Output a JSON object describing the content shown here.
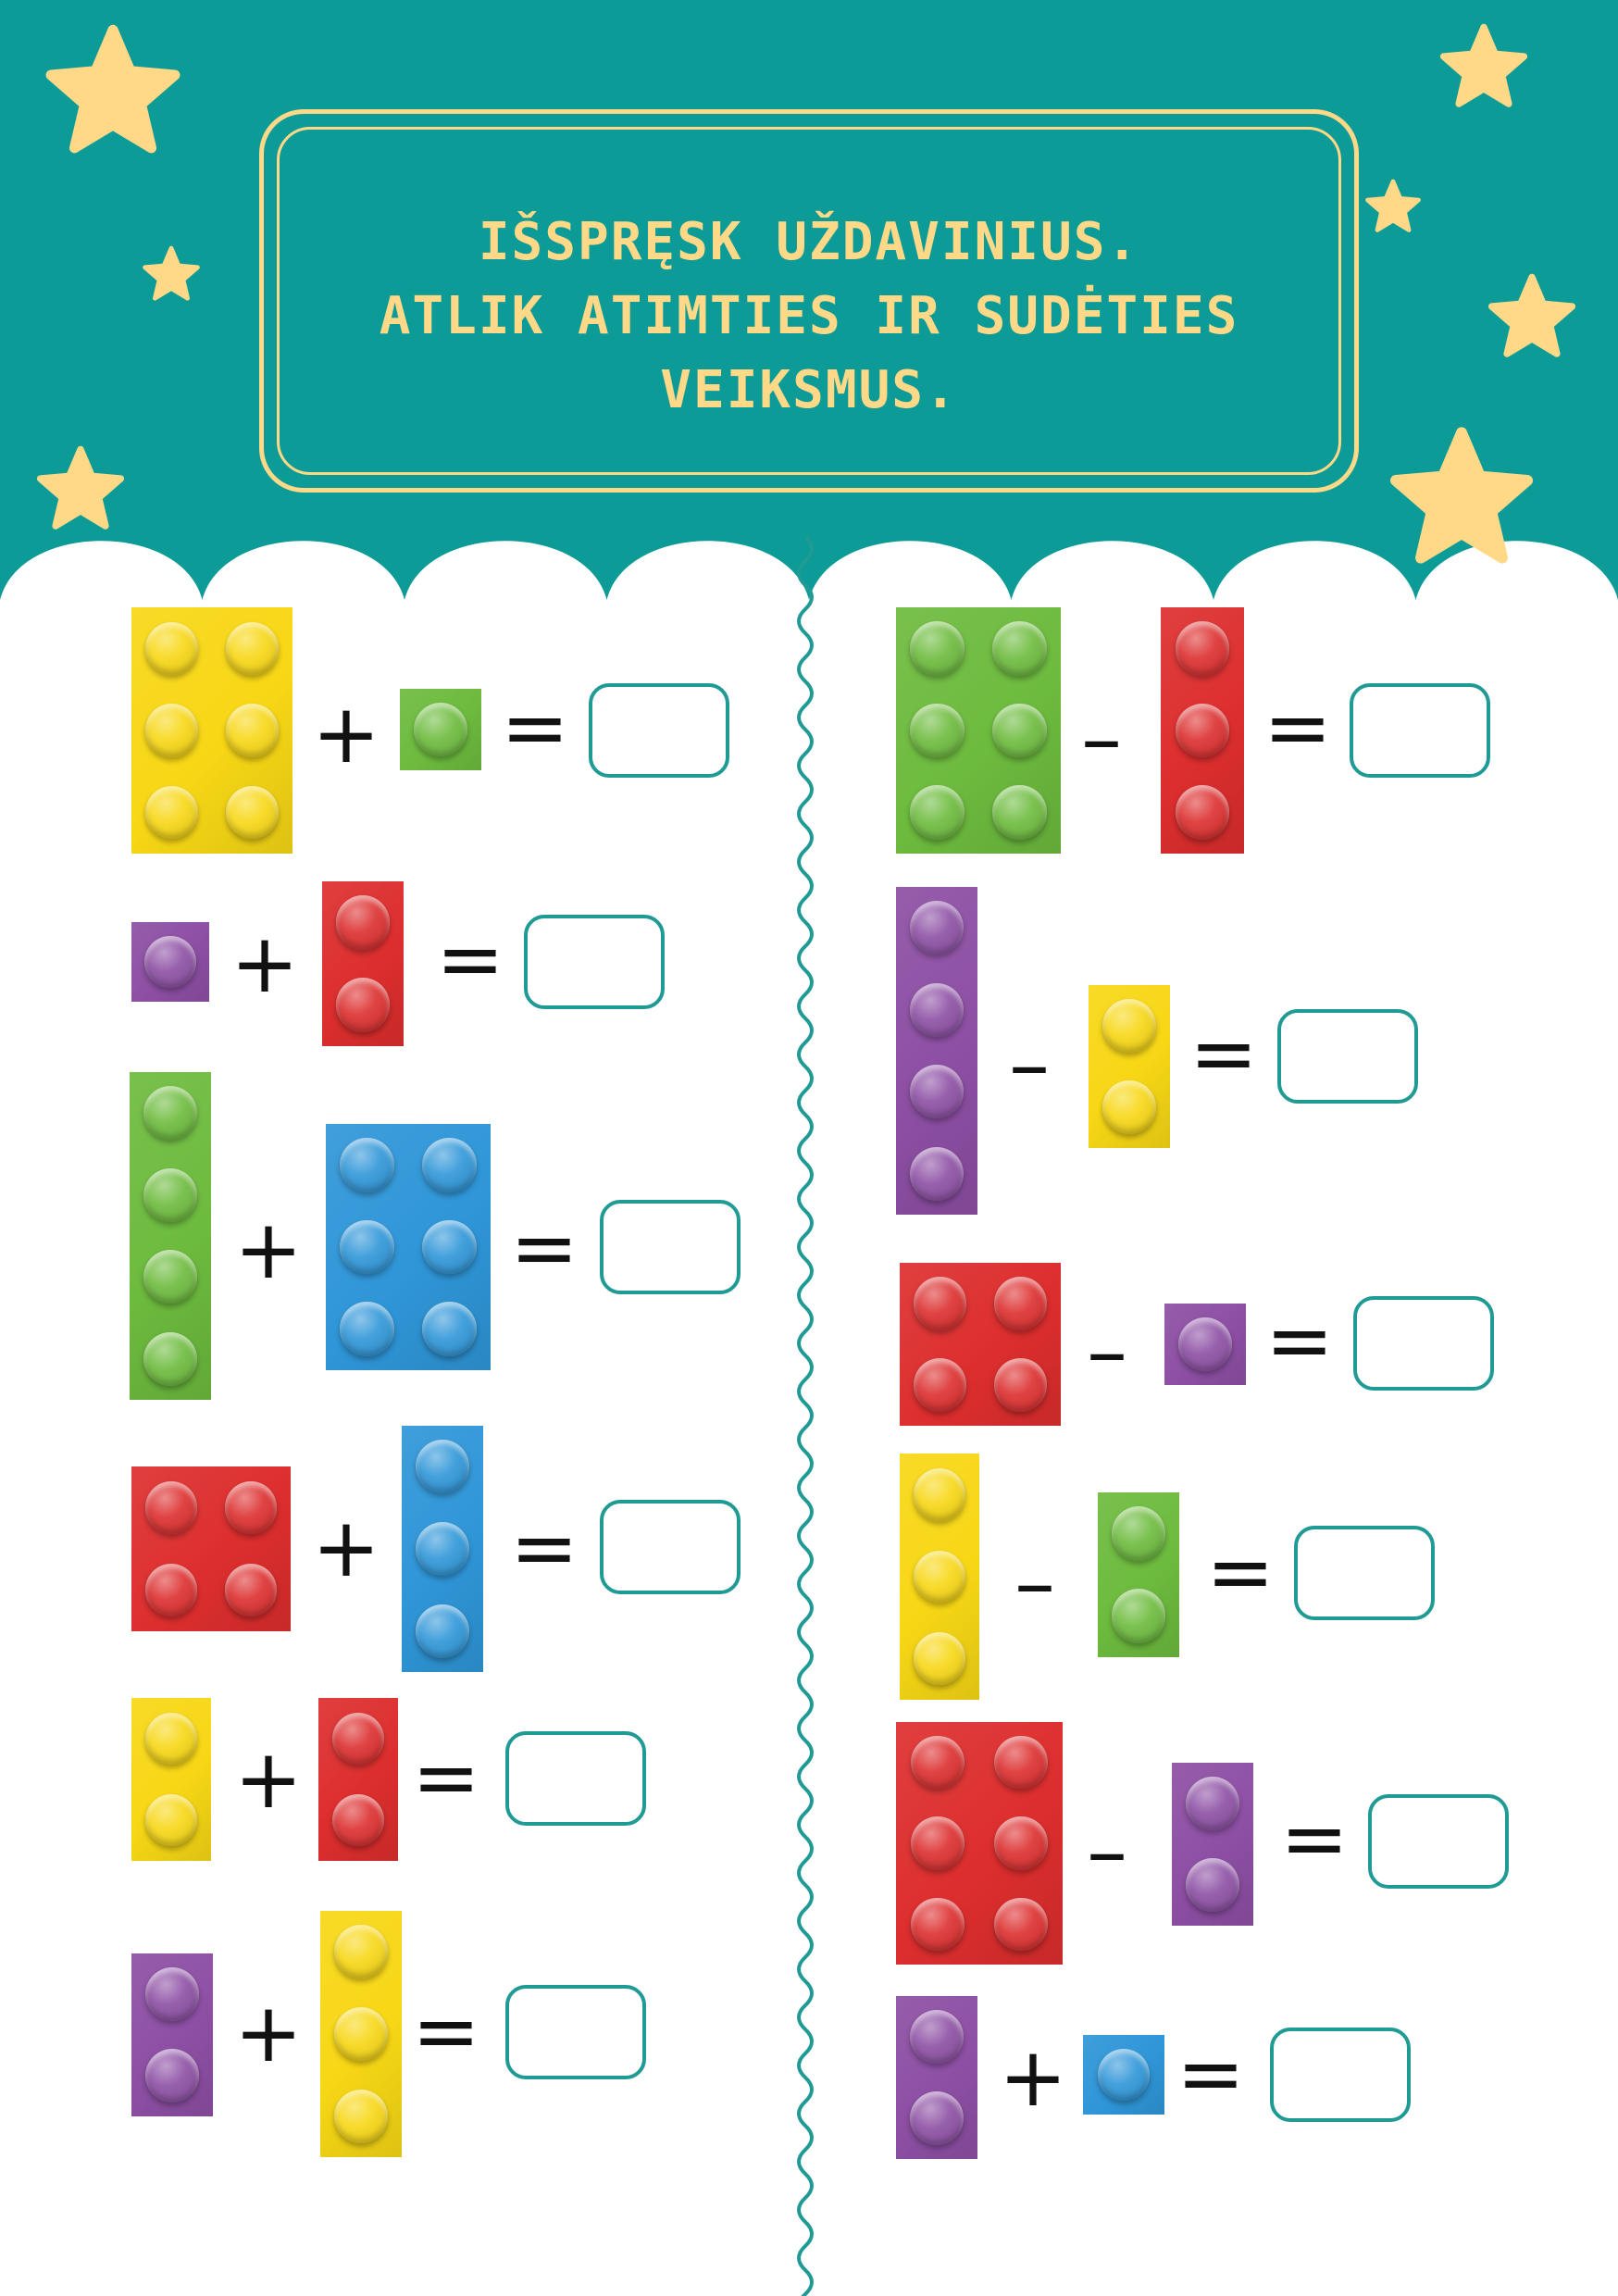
{
  "title": {
    "line1": "IŠSPRĘSK UŽDAVINIUS.",
    "line2": "ATLIK ATIMTIES IR SUDĖTIES",
    "line3": "VEIKSMUS."
  },
  "colors": {
    "header": "#0d9b97",
    "accent": "#ffd987",
    "yellow": "#f7d715",
    "green": "#6dbb3e",
    "red": "#dd2e2e",
    "purple": "#8d4fa4",
    "blue": "#2f96d8",
    "answer_border": "#1f9a95"
  },
  "decorations": [
    "star-icon",
    "wavy-divider",
    "scalloped-header"
  ],
  "equations": [
    {
      "column": "left",
      "a": {
        "color": "yellow",
        "cols": 2,
        "rows": 3
      },
      "op": "+",
      "b": {
        "color": "green",
        "cols": 1,
        "rows": 1
      },
      "eq": "=",
      "answer": ""
    },
    {
      "column": "left",
      "a": {
        "color": "purple",
        "cols": 1,
        "rows": 1
      },
      "op": "+",
      "b": {
        "color": "red",
        "cols": 1,
        "rows": 2
      },
      "eq": "=",
      "answer": ""
    },
    {
      "column": "left",
      "a": {
        "color": "green",
        "cols": 1,
        "rows": 4
      },
      "op": "+",
      "b": {
        "color": "blue",
        "cols": 2,
        "rows": 3
      },
      "eq": "=",
      "answer": ""
    },
    {
      "column": "left",
      "a": {
        "color": "red",
        "cols": 2,
        "rows": 2
      },
      "op": "+",
      "b": {
        "color": "blue",
        "cols": 1,
        "rows": 3
      },
      "eq": "=",
      "answer": ""
    },
    {
      "column": "left",
      "a": {
        "color": "yellow",
        "cols": 1,
        "rows": 2
      },
      "op": "+",
      "b": {
        "color": "red",
        "cols": 1,
        "rows": 2
      },
      "eq": "=",
      "answer": ""
    },
    {
      "column": "left",
      "a": {
        "color": "purple",
        "cols": 1,
        "rows": 2
      },
      "op": "+",
      "b": {
        "color": "yellow",
        "cols": 1,
        "rows": 3
      },
      "eq": "=",
      "answer": ""
    },
    {
      "column": "right",
      "a": {
        "color": "green",
        "cols": 2,
        "rows": 3
      },
      "op": "–",
      "b": {
        "color": "red",
        "cols": 1,
        "rows": 3
      },
      "eq": "=",
      "answer": ""
    },
    {
      "column": "right",
      "a": {
        "color": "purple",
        "cols": 1,
        "rows": 4
      },
      "op": "–",
      "b": {
        "color": "yellow",
        "cols": 1,
        "rows": 2
      },
      "eq": "=",
      "answer": ""
    },
    {
      "column": "right",
      "a": {
        "color": "red",
        "cols": 2,
        "rows": 2
      },
      "op": "–",
      "b": {
        "color": "purple",
        "cols": 1,
        "rows": 1
      },
      "eq": "=",
      "answer": ""
    },
    {
      "column": "right",
      "a": {
        "color": "yellow",
        "cols": 1,
        "rows": 3
      },
      "op": "–",
      "b": {
        "color": "green",
        "cols": 1,
        "rows": 2
      },
      "eq": "=",
      "answer": ""
    },
    {
      "column": "right",
      "a": {
        "color": "red",
        "cols": 2,
        "rows": 3
      },
      "op": "–",
      "b": {
        "color": "purple",
        "cols": 1,
        "rows": 2
      },
      "eq": "=",
      "answer": ""
    },
    {
      "column": "right",
      "a": {
        "color": "purple",
        "cols": 1,
        "rows": 2
      },
      "op": "+",
      "b": {
        "color": "blue",
        "cols": 1,
        "rows": 1
      },
      "eq": "=",
      "answer": ""
    }
  ]
}
